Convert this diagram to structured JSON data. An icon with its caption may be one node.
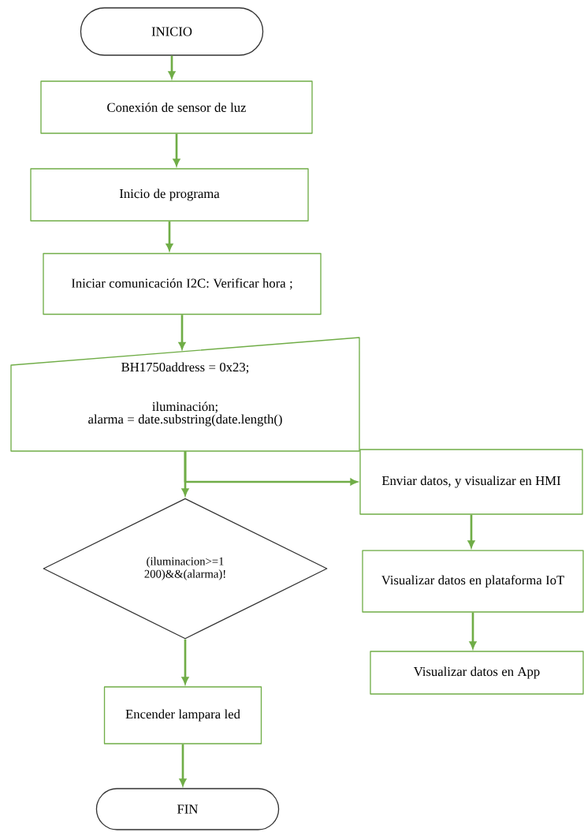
{
  "diagram": {
    "nodes": [
      {
        "text": [
          "INICIO"
        ]
      },
      {
        "text": [
          "Conexión de sensor de luz"
        ]
      },
      {
        "text": [
          "Inicio de programa"
        ]
      },
      {
        "text": [
          "Iniciar comunicación I2C: Verificar hora ;"
        ]
      },
      {
        "text": [
          "BH1750address = 0x23;",
          "iluminación;",
          "alarma = date.substring(date.length()"
        ]
      },
      {
        "text": [
          "Enviar datos, y visualizar en HMI"
        ]
      },
      {
        "text": [
          "(iluminacion>=1 200)&&(alarma)!"
        ]
      },
      {
        "text": [
          "Visualizar datos en plataforma IoT"
        ]
      },
      {
        "text": [
          "Encender lampara led"
        ]
      },
      {
        "text": [
          "Visualizar datos en App"
        ]
      },
      {
        "text": [
          "FIN"
        ]
      }
    ],
    "edges": [
      {
        "from": 0,
        "to": 1,
        "arrow": "to"
      },
      {
        "from": 1,
        "to": 2,
        "arrow": "to"
      },
      {
        "from": 2,
        "to": 3,
        "arrow": "to"
      },
      {
        "from": 3,
        "to": 4,
        "arrow": "to"
      },
      {
        "from": 4,
        "to": 6,
        "arrow": "to"
      },
      {
        "from": 4,
        "to": 5,
        "arrow": "to"
      },
      {
        "from": 5,
        "to": 7,
        "arrow": "to"
      },
      {
        "from": 7,
        "to": 9,
        "arrow": "to"
      },
      {
        "from": 6,
        "to": 8,
        "arrow": "to"
      },
      {
        "from": 8,
        "to": 10,
        "arrow": "to"
      }
    ]
  }
}
